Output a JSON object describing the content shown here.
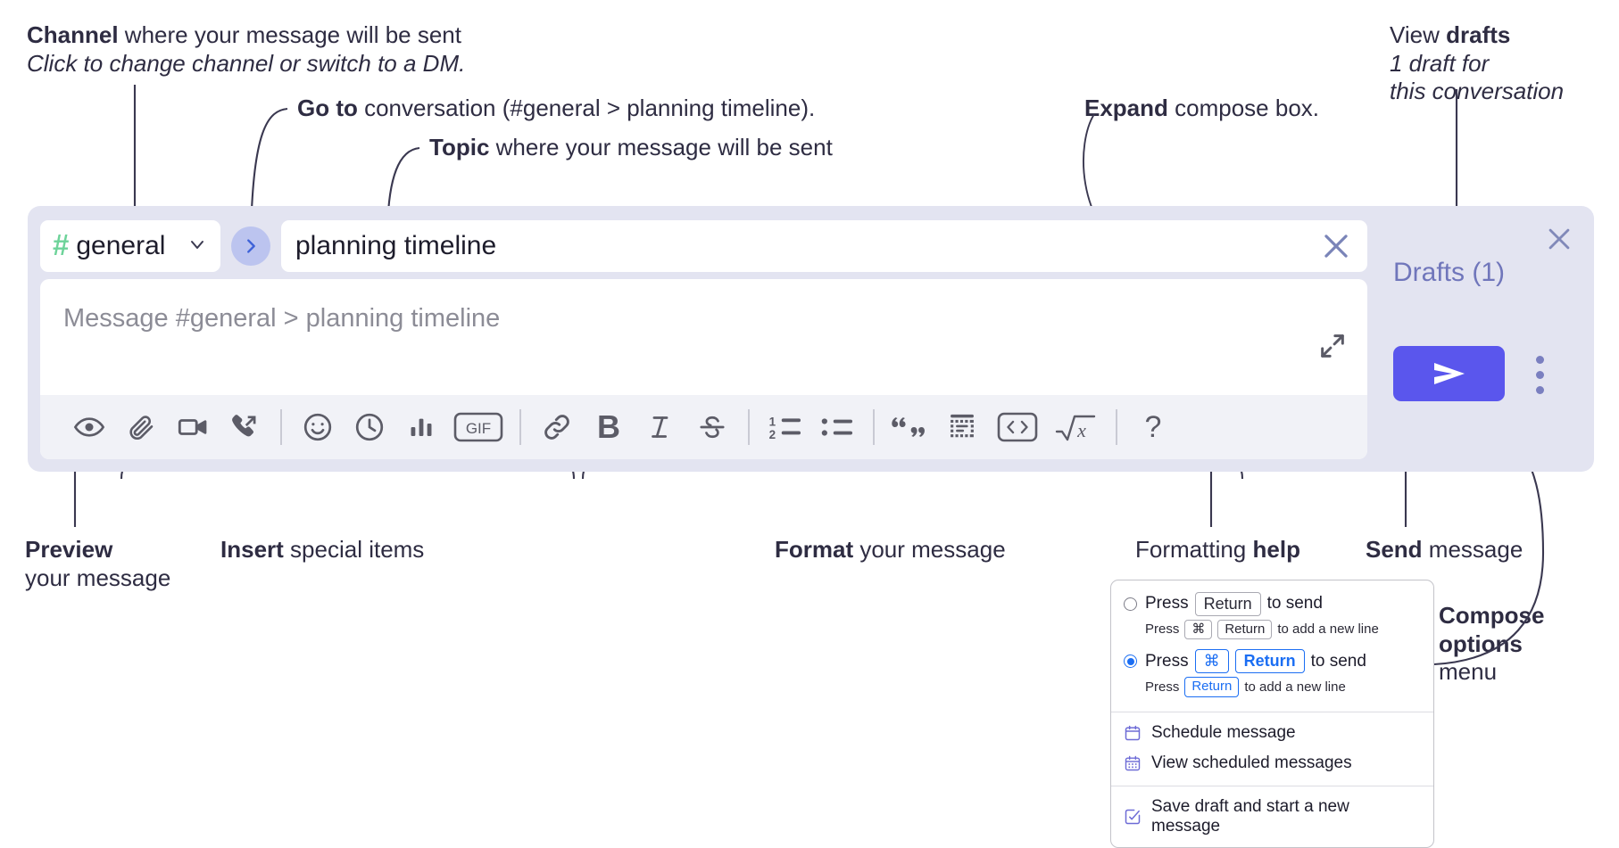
{
  "annotations": {
    "channel": {
      "bold": "Channel",
      "rest": " where your message will be sent",
      "italic": "Click to change channel or switch to a DM."
    },
    "goto": {
      "bold": "Go to",
      "rest": " conversation (#general > planning timeline)."
    },
    "topic": {
      "bold": "Topic",
      "rest": " where your message will be sent"
    },
    "expand": {
      "bold": "Expand",
      "rest": " compose box."
    },
    "drafts": {
      "line1_plain": "View ",
      "line1_bold": "drafts",
      "line2": "1 draft for",
      "line3": "this conversation"
    },
    "preview": {
      "bold": "Preview",
      "line2": "your message"
    },
    "insert": {
      "bold": "Insert",
      "rest": " special items"
    },
    "format": {
      "bold": "Format",
      "rest": " your message"
    },
    "help": {
      "plain": "Formatting ",
      "bold": "help"
    },
    "send": {
      "bold": "Send",
      "rest": " message"
    },
    "compose_options": {
      "bold1": "Compose",
      "bold2": "options",
      "rest": "menu"
    }
  },
  "compose": {
    "channel": {
      "hash": "#",
      "name": "general",
      "chevron": "chevron-down-icon"
    },
    "goto_button": "go-to-conversation-icon",
    "topic": {
      "value": "planning timeline",
      "clear": "close-icon"
    },
    "message": {
      "placeholder": "Message #general > planning timeline",
      "value": ""
    },
    "expand_label": "expand-icon",
    "toolbar": [
      {
        "name": "preview-icon",
        "label": "Preview"
      },
      {
        "name": "attachment-icon",
        "label": "Attach file"
      },
      {
        "name": "video-icon",
        "label": "Record video clip"
      },
      {
        "name": "huddle-icon",
        "label": "Start huddle"
      },
      {
        "sep": true
      },
      {
        "name": "emoji-icon",
        "label": "Emoji"
      },
      {
        "name": "clock-icon",
        "label": "Recent"
      },
      {
        "name": "poll-icon",
        "label": "Poll"
      },
      {
        "name": "gif-icon",
        "label": "GIF"
      },
      {
        "sep": true
      },
      {
        "name": "link-icon",
        "label": "Link"
      },
      {
        "name": "bold-icon",
        "label": "B"
      },
      {
        "name": "italic-icon",
        "label": "I"
      },
      {
        "name": "strikethrough-icon",
        "label": "S"
      },
      {
        "sep": true
      },
      {
        "name": "ordered-list-icon",
        "label": "Ordered list"
      },
      {
        "name": "bulleted-list-icon",
        "label": "Bulleted list"
      },
      {
        "sep": true
      },
      {
        "name": "blockquote-icon",
        "label": "Blockquote"
      },
      {
        "name": "code-block-icon",
        "label": "Code block"
      },
      {
        "name": "code-icon",
        "label": "Code"
      },
      {
        "name": "math-icon",
        "label": "Math"
      },
      {
        "sep": true
      },
      {
        "name": "help-icon",
        "label": "?"
      }
    ],
    "drafts_label": "Drafts (1)",
    "send_label": "send-icon",
    "options_label": "compose-options-icon",
    "panel_close": "close-icon"
  },
  "options_menu": {
    "radio1": {
      "selected": false,
      "press": "Press",
      "key": "Return",
      "to_send": "to send",
      "sub_press": "Press",
      "sub_key1": "⌘",
      "sub_key2": "Return",
      "sub_rest": "to add a new line"
    },
    "radio2": {
      "selected": true,
      "press": "Press",
      "key1": "⌘",
      "key2": "Return",
      "to_send": "to send",
      "sub_press": "Press",
      "sub_key": "Return",
      "sub_rest": "to add a new line"
    },
    "items": [
      {
        "icon": "calendar-clock-icon",
        "label": "Schedule message"
      },
      {
        "icon": "calendar-grid-icon",
        "label": "View scheduled messages"
      },
      {
        "icon": "save-draft-icon",
        "label": "Save draft and start a new message",
        "divider_before": true
      }
    ]
  },
  "colors": {
    "panel_bg": "#e3e4f1",
    "toolbar_bg": "#f1f2f7",
    "send_purple": "#5a56ed",
    "hash_green": "#6ed39a",
    "goto_blue": "#bcc4ef",
    "drafts_text": "#7076bb",
    "accent_blue": "#1b6ef3",
    "menu_icon_purple": "#6d6bd6"
  }
}
